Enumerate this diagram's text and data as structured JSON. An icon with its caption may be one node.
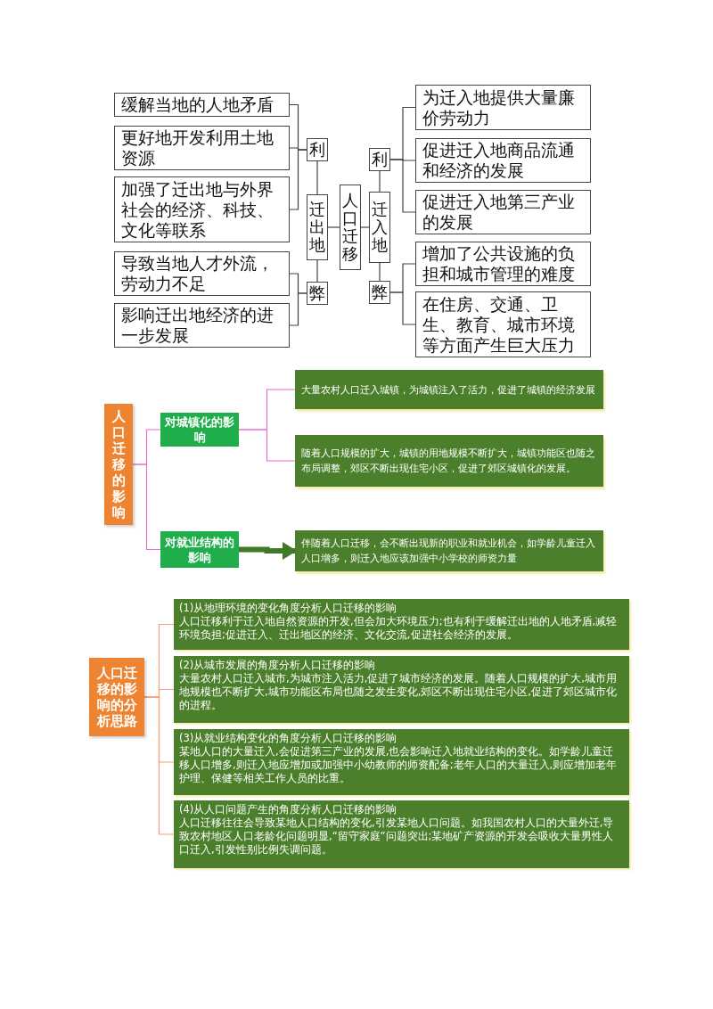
{
  "diagram": {
    "nodes": [
      {
        "text": [
          "人口迁移"
        ]
      },
      {
        "text": [
          "迁出地"
        ]
      },
      {
        "text": [
          "利"
        ]
      },
      {
        "text": [
          "弊"
        ]
      },
      {
        "text": [
          "缓解当地的人地矛盾"
        ]
      },
      {
        "text": [
          "更好地开发利用土地资源"
        ]
      },
      {
        "text": [
          "加强了迁出地与外界社会的经济、科技、文化等联系"
        ]
      },
      {
        "text": [
          "导致当地人才外流，劳动力不足"
        ]
      },
      {
        "text": [
          "影响迁出地经济的进一步发展"
        ]
      },
      {
        "text": [
          "迁入地"
        ]
      },
      {
        "text": [
          "利"
        ]
      },
      {
        "text": [
          "弊"
        ]
      },
      {
        "text": [
          "为迁入地提供大量廉价劳动力"
        ]
      },
      {
        "text": [
          "促进迁入地商品流通和经济的发展"
        ]
      },
      {
        "text": [
          "促进迁入地第三产业的发展"
        ]
      },
      {
        "text": [
          "增加了公共设施的负担和城市管理的难度"
        ]
      },
      {
        "text": [
          "在住房、交通、卫生、教育、城市环境等方面产生巨大压力"
        ]
      },
      {
        "text": [
          "人口迁移的影响"
        ]
      },
      {
        "text": [
          "对城镇化的影响"
        ]
      },
      {
        "text": [
          "对就业结构的影响"
        ]
      },
      {
        "text": [
          "大量农村人口迁入城镇，为城镇注入了活力，促进了城镇的经济发展"
        ]
      },
      {
        "text": [
          "随着人口规模的扩大，城镇的用地规模不断扩大，城镇功能区也随之布局调整，郊区不断出现住宅小区，促进了郊区城镇化的发展。"
        ]
      },
      {
        "text": [
          "伴随着人口迁移，会不断出现新的职业和就业机会，如学龄儿童迁入人口增多，则迁入地应该加强中小学校的师资力量"
        ]
      },
      {
        "text": [
          "人口迁移的影响的分析思路"
        ]
      },
      {
        "text": [
          "(1)从地理环境的变化角度分析人口迁移的影响",
          "人口迁移利于迁入地自然资源的开发,但会加大环境压力;也有利于缓解迁出地的人地矛盾,减轻环境负担;促进迁入、迁出地区的经济、文化交流,促进社会经济的发展。"
        ]
      },
      {
        "text": [
          "(2)从城市发展的角度分析人口迁移的影响",
          "大量农村人口迁入城市,为城市注入活力,促进了城市经济的发展。随着人口规模的扩大,城市用地规模也不断扩大,城市功能区布局也随之发生变化,郊区不断出现住宅小区,促进了郊区城市化的进程。"
        ]
      },
      {
        "text": [
          "(3)从就业结构变化的角度分析人口迁移的影响",
          "某地人口的大量迁入,会促进第三产业的发展,也会影响迁入地就业结构的变化。如学龄儿童迁移人口增多,则迁入地应增加或加强中小幼教师的师资配备;老年人口的大量迁入,则应增加老年护理、保健等相关工作人员的比重。"
        ]
      },
      {
        "text": [
          "(4)从人口问题产生的角度分析人口迁移的影响",
          "人口迁移往往会导致某地人口结构的变化,引发某地人口问题。如我国农村人口的大量外迁,导致农村地区人口老龄化问题明显,“留守家庭”问题突出;某地矿产资源的开发会吸收大量男性人口迁入,引发性别比例失调问题。"
        ]
      }
    ],
    "edges": [
      {
        "from": 0,
        "to": 1,
        "arrow": "none"
      },
      {
        "from": 1,
        "to": 2,
        "arrow": "none"
      },
      {
        "from": 1,
        "to": 3,
        "arrow": "none"
      },
      {
        "from": 2,
        "to": 4,
        "arrow": "none"
      },
      {
        "from": 2,
        "to": 5,
        "arrow": "none"
      },
      {
        "from": 2,
        "to": 6,
        "arrow": "none"
      },
      {
        "from": 3,
        "to": 7,
        "arrow": "none"
      },
      {
        "from": 3,
        "to": 8,
        "arrow": "none"
      },
      {
        "from": 0,
        "to": 9,
        "arrow": "none"
      },
      {
        "from": 9,
        "to": 10,
        "arrow": "none"
      },
      {
        "from": 9,
        "to": 11,
        "arrow": "none"
      },
      {
        "from": 10,
        "to": 12,
        "arrow": "none"
      },
      {
        "from": 10,
        "to": 13,
        "arrow": "none"
      },
      {
        "from": 10,
        "to": 14,
        "arrow": "none"
      },
      {
        "from": 11,
        "to": 15,
        "arrow": "none"
      },
      {
        "from": 11,
        "to": 16,
        "arrow": "none"
      },
      {
        "from": 17,
        "to": 18,
        "arrow": "none",
        "color": "#e46fcf"
      },
      {
        "from": 17,
        "to": 19,
        "arrow": "none",
        "color": "#e46fcf"
      },
      {
        "from": 18,
        "to": 20,
        "arrow": "none",
        "color": "#e46fcf"
      },
      {
        "from": 18,
        "to": 21,
        "arrow": "none",
        "color": "#e46fcf"
      },
      {
        "from": 19,
        "to": 22,
        "arrow": "to",
        "style": "thick",
        "color": "#3f7a26"
      },
      {
        "from": 23,
        "to": 24,
        "arrow": "none",
        "color": "#f4a07a"
      },
      {
        "from": 23,
        "to": 25,
        "arrow": "none",
        "color": "#f4a07a"
      },
      {
        "from": 23,
        "to": 26,
        "arrow": "none",
        "color": "#f4a07a"
      },
      {
        "from": 23,
        "to": 27,
        "arrow": "none",
        "color": "#f4a07a"
      }
    ]
  }
}
